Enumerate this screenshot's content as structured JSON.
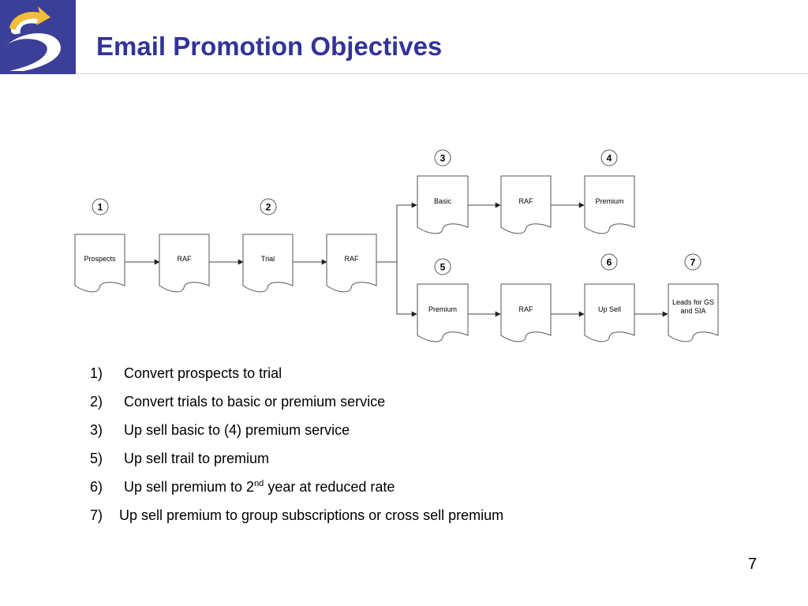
{
  "slide": {
    "title": "Email Promotion Objectives",
    "page_number": "7"
  },
  "colors": {
    "title": "#333399",
    "logo_background": "#3b3f98",
    "logo_arrow": "#f3bd3a",
    "logo_swoosh": "#ffffff"
  },
  "diagram": {
    "nodes": [
      {
        "id": "prospects",
        "label": "Prospects"
      },
      {
        "id": "raf-1",
        "label": "RAF"
      },
      {
        "id": "trial",
        "label": "Trial"
      },
      {
        "id": "raf-2",
        "label": "RAF"
      },
      {
        "id": "basic",
        "label": "Basic"
      },
      {
        "id": "raf-3",
        "label": "RAF"
      },
      {
        "id": "premium-upper",
        "label": "Premium"
      },
      {
        "id": "premium-lower",
        "label": "Premium"
      },
      {
        "id": "raf-4",
        "label": "RAF"
      },
      {
        "id": "up-sell",
        "label": "Up Sell"
      },
      {
        "id": "leads",
        "label": "Leads for GS and SIA"
      }
    ],
    "edges": [
      {
        "from": "prospects",
        "to": "raf-1"
      },
      {
        "from": "raf-1",
        "to": "trial"
      },
      {
        "from": "trial",
        "to": "raf-2"
      },
      {
        "from": "raf-2",
        "to": "basic"
      },
      {
        "from": "raf-2",
        "to": "premium-lower"
      },
      {
        "from": "basic",
        "to": "raf-3"
      },
      {
        "from": "raf-3",
        "to": "premium-upper"
      },
      {
        "from": "premium-lower",
        "to": "raf-4"
      },
      {
        "from": "raf-4",
        "to": "up-sell"
      },
      {
        "from": "up-sell",
        "to": "leads"
      }
    ],
    "badges": [
      "1",
      "2",
      "3",
      "4",
      "5",
      "6",
      "7"
    ]
  },
  "objectives": [
    {
      "number": "1)",
      "text": "Convert prospects to trial"
    },
    {
      "number": "2)",
      "text": "Convert trials to basic or premium service"
    },
    {
      "number": "3)",
      "text": "Up sell basic to (4) premium service"
    },
    {
      "number": "5)",
      "text": "Up sell trail to premium"
    },
    {
      "number": "6)",
      "text_before": "Up sell premium to 2",
      "superscript": "nd",
      "text_after": " year at reduced rate"
    },
    {
      "number": "7)",
      "text": "Up sell premium to group subscriptions or cross sell premium"
    }
  ]
}
